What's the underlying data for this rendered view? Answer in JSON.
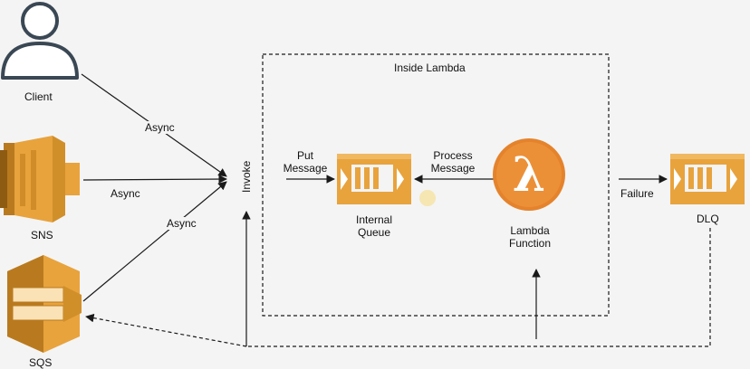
{
  "diagram": {
    "container_title": "Inside Lambda",
    "nodes": {
      "client": "Client",
      "sns": "SNS",
      "sqs": "SQS",
      "internal_queue": [
        "Internal",
        "Queue"
      ],
      "lambda_function": [
        "Lambda",
        "Function"
      ],
      "dlq": "DLQ"
    },
    "edges": {
      "client_async": "Async",
      "sns_async": "Async",
      "sqs_async": "Async",
      "invoke": "Invoke",
      "put_message": [
        "Put",
        "Message"
      ],
      "process_message": [
        "Process",
        "Message"
      ],
      "failure": "Failure"
    },
    "lambda_symbol": "λ"
  },
  "colors": {
    "aws_orange": "#e8a33d",
    "aws_orange_dark": "#b97a1f",
    "lambda_orange": "#e4832c",
    "line": "#1a1a1a",
    "user_icon": "#3a4754"
  }
}
